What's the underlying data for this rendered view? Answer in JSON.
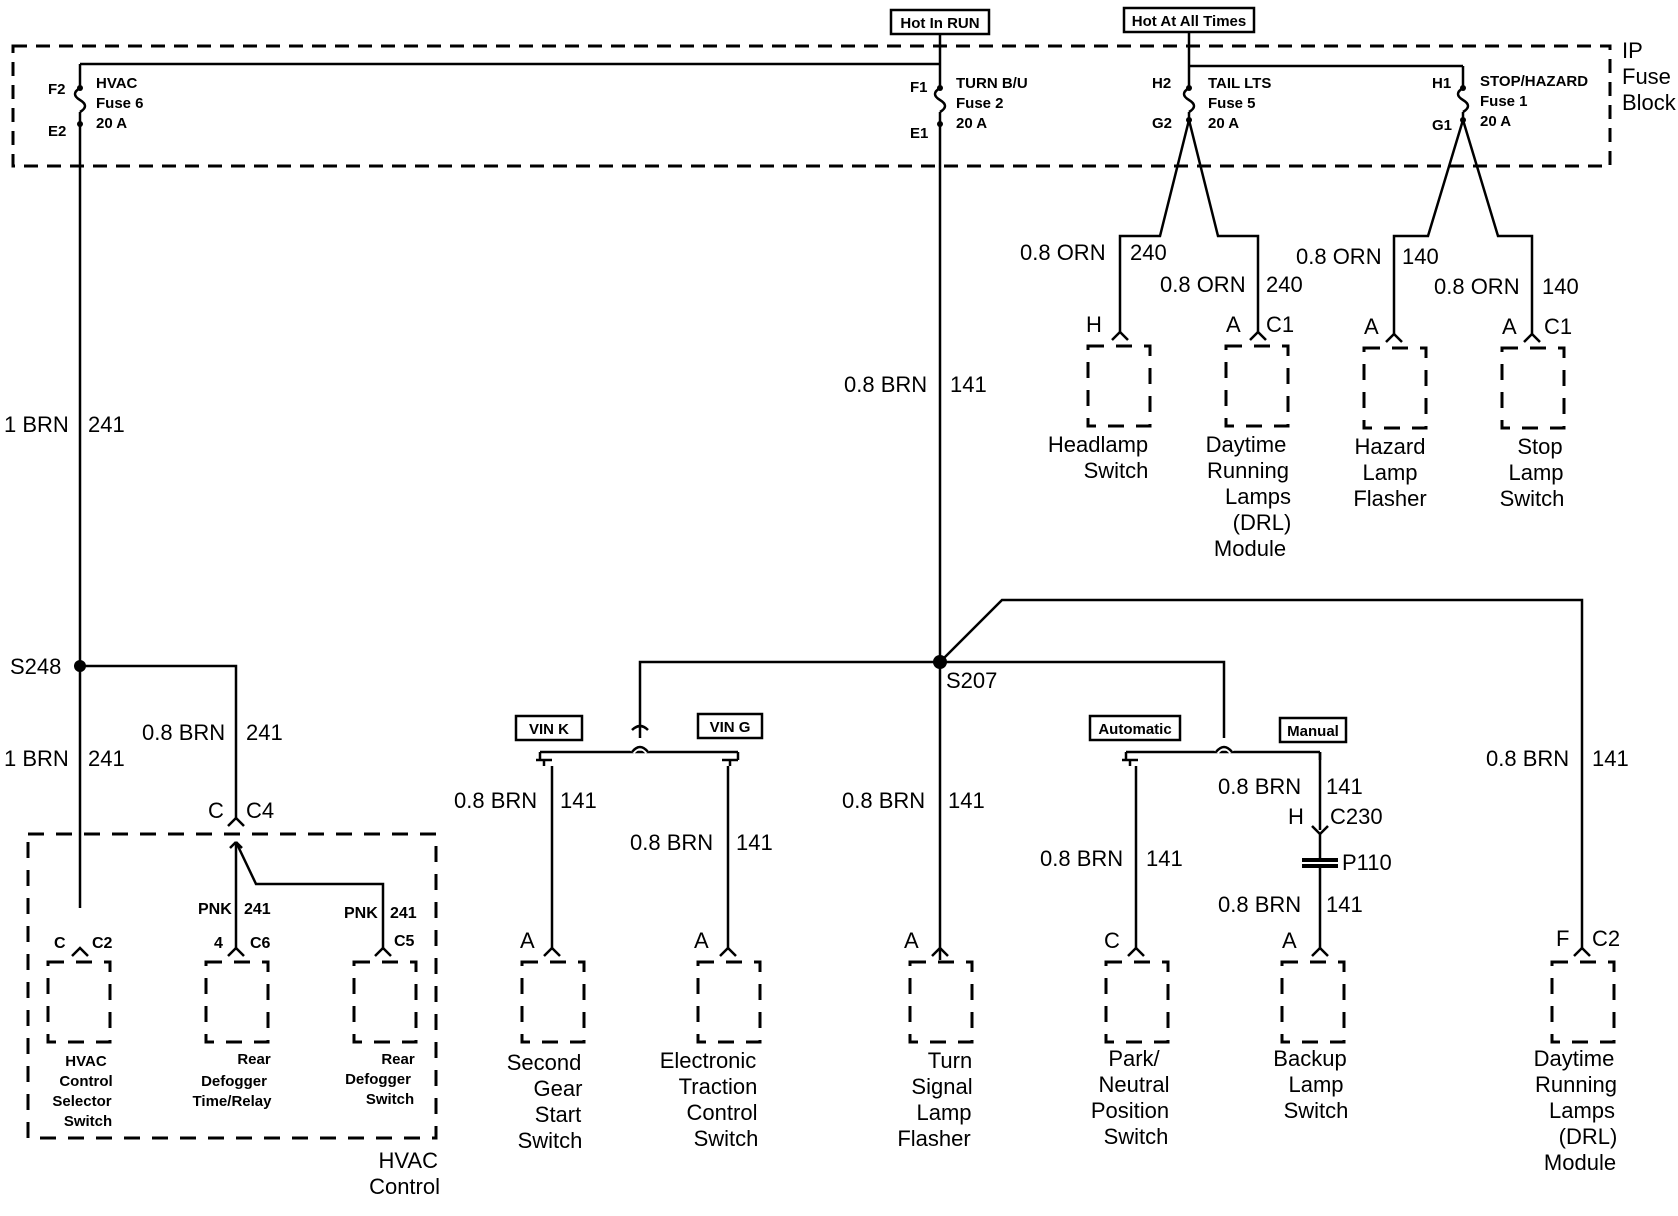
{
  "power_tags": {
    "hot_in_run": "Hot In RUN",
    "hot_at_all_times": "Hot At All Times"
  },
  "fuse_block": {
    "label_lines": [
      "IP",
      "Fuse",
      "Block"
    ],
    "fuses": [
      {
        "id": "hvac",
        "top_pin": "F2",
        "bottom_pin": "E2",
        "name": "HVAC",
        "fuse": "Fuse 6",
        "rating": "20 A"
      },
      {
        "id": "turn",
        "top_pin": "F1",
        "bottom_pin": "E1",
        "name": "TURN B/U",
        "fuse": "Fuse 2",
        "rating": "20 A"
      },
      {
        "id": "tail",
        "top_pin": "H2",
        "bottom_pin": "G2",
        "name": "TAIL LTS",
        "fuse": "Fuse 5",
        "rating": "20 A"
      },
      {
        "id": "stop",
        "top_pin": "H1",
        "bottom_pin": "G1",
        "name": "STOP/HAZARD",
        "fuse": "Fuse 1",
        "rating": "20 A"
      }
    ]
  },
  "wires": {
    "w241_1brn_a": {
      "color": "1 BRN",
      "circuit": "241"
    },
    "w241_1brn_b": {
      "color": "1 BRN",
      "circuit": "241"
    },
    "w241_08brn": {
      "color": "0.8 BRN",
      "circuit": "241"
    },
    "w241_pnk_a": {
      "color": "PNK",
      "circuit": "241"
    },
    "w241_pnk_b": {
      "color": "PNK",
      "circuit": "241"
    },
    "w141_main": {
      "color": "0.8 BRN",
      "circuit": "141"
    },
    "w240_a": {
      "color": "0.8 ORN",
      "circuit": "240"
    },
    "w240_b": {
      "color": "0.8 ORN",
      "circuit": "240"
    },
    "w140_a": {
      "color": "0.8 ORN",
      "circuit": "140"
    },
    "w140_b": {
      "color": "0.8 ORN",
      "circuit": "140"
    },
    "w141_second": {
      "color": "0.8 BRN",
      "circuit": "141"
    },
    "w141_etc": {
      "color": "0.8 BRN",
      "circuit": "141"
    },
    "w141_turn": {
      "color": "0.8 BRN",
      "circuit": "141"
    },
    "w141_park": {
      "color": "0.8 BRN",
      "circuit": "141"
    },
    "w141_backup_a": {
      "color": "0.8 BRN",
      "circuit": "141"
    },
    "w141_backup_b": {
      "color": "0.8 BRN",
      "circuit": "141"
    },
    "w141_drl": {
      "color": "0.8 BRN",
      "circuit": "141"
    }
  },
  "splices": {
    "s248": "S248",
    "s207": "S207"
  },
  "options": {
    "vin_k": "VIN K",
    "vin_g": "VIN G",
    "automatic": "Automatic",
    "manual": "Manual"
  },
  "connectors": {
    "c4": {
      "pin": "C",
      "conn": "C4"
    },
    "hvac_c2": {
      "pin": "C",
      "conn": "C2"
    },
    "defog_c6": {
      "pin": "4",
      "conn": "C6"
    },
    "defog_c5": {
      "pin": "",
      "conn": "C5"
    },
    "headlamp": {
      "pin": "H",
      "conn": ""
    },
    "drl_top": {
      "pin": "A",
      "conn": "C1"
    },
    "hazard": {
      "pin": "A",
      "conn": ""
    },
    "stoplamp": {
      "pin": "A",
      "conn": "C1"
    },
    "second": {
      "pin": "A",
      "conn": ""
    },
    "etc": {
      "pin": "A",
      "conn": ""
    },
    "turn": {
      "pin": "A",
      "conn": ""
    },
    "park": {
      "pin": "C",
      "conn": ""
    },
    "c230": {
      "pin": "H",
      "conn": "C230"
    },
    "p110": {
      "pin": "",
      "conn": "P110"
    },
    "backup": {
      "pin": "A",
      "conn": ""
    },
    "drl_bottom": {
      "pin": "F",
      "conn": "C2"
    }
  },
  "components": {
    "headlamp_switch": [
      "Headlamp",
      "Switch"
    ],
    "drl_module_top": [
      "Daytime",
      "Running",
      "Lamps",
      "(DRL)",
      "Module"
    ],
    "hazard_flasher": [
      "Hazard",
      "Lamp",
      "Flasher"
    ],
    "stop_lamp_switch": [
      "Stop",
      "Lamp",
      "Switch"
    ],
    "hvac_selector": [
      "HVAC",
      "Control",
      "Selector",
      "Switch"
    ],
    "defog_timer": [
      "Rear",
      "Defogger",
      "Time/Relay"
    ],
    "defog_switch": [
      "Rear",
      "Defogger",
      "Switch"
    ],
    "hvac_control": [
      "HVAC",
      "Control"
    ],
    "second_gear": [
      "Second",
      "Gear",
      "Start",
      "Switch"
    ],
    "etc_switch": [
      "Electronic",
      "Traction",
      "Control",
      "Switch"
    ],
    "turn_flasher": [
      "Turn",
      "Signal",
      "Lamp",
      "Flasher"
    ],
    "park_neutral": [
      "Park/",
      "Neutral",
      "Position",
      "Switch"
    ],
    "backup_switch": [
      "Backup",
      "Lamp",
      "Switch"
    ],
    "drl_module_bottom": [
      "Daytime",
      "Running",
      "Lamps",
      "(DRL)",
      "Module"
    ]
  }
}
